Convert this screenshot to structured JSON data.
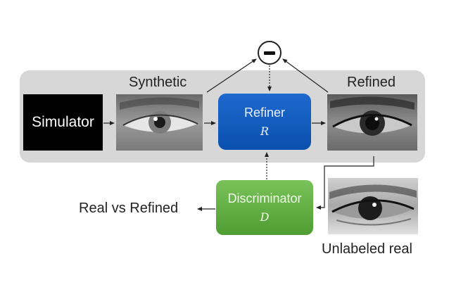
{
  "synthetic_label": "Synthetic",
  "refined_label": "Refined",
  "simulator_label": "Simulator",
  "refiner": {
    "title": "Refiner",
    "symbol": "R"
  },
  "discriminator": {
    "title": "Discriminator",
    "symbol": "D"
  },
  "output_label": "Real vs Refined",
  "unlabeled_label": "Unlabeled real",
  "colors": {
    "refiner": "#0a5bc4",
    "discriminator": "#66b045",
    "band": "#d7d7d7",
    "simulator": "#000000"
  },
  "icons": {
    "difference": "minus-circle-icon"
  }
}
